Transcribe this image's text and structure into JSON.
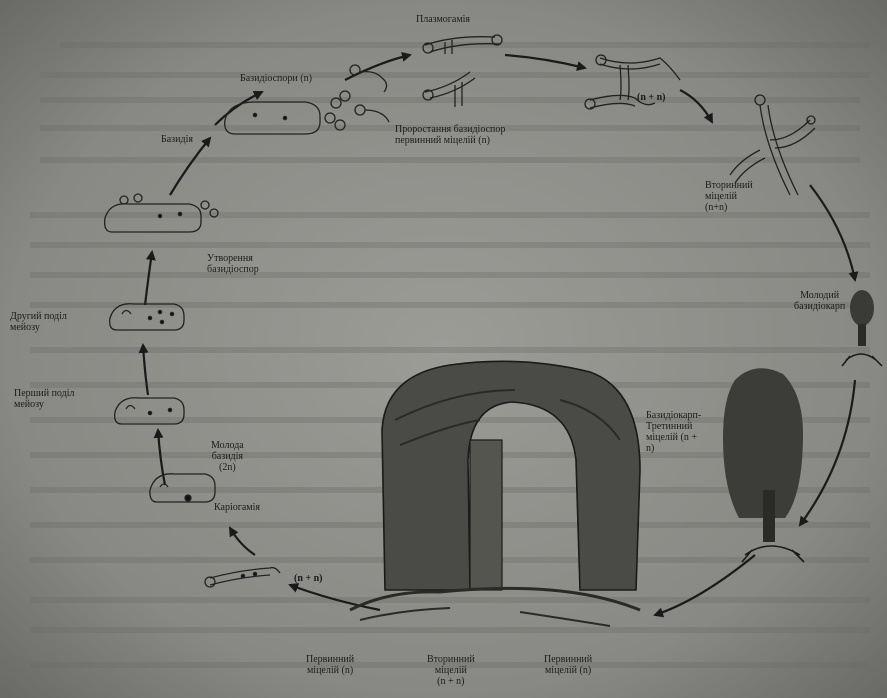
{
  "labels": {
    "plasmogamy": "Плазмогамія",
    "basidiospores": "Базидіоспори (n)",
    "basidium": "Базидія",
    "germination": "Проростання базидіоспор\nпервинний міцелій (n)",
    "nn_top": "(n + n)",
    "secondary_mycelium_right": "Вторинний\nміцелій\n(n+n)",
    "young_basidiocarp": "Молодий\nбазидіокарп",
    "basidiospore_formation": "Утворення\nбазидіоспор",
    "second_meiosis": "Другий поділ\nмейозу",
    "first_meiosis": "Перший поділ\nмейозу",
    "young_basidium": "Молода\nбазидія\n(2n)",
    "karyogamy": "Каріогамія",
    "nn_bottom": "(n + n)",
    "basidiocarp_tertiary": "Базидіокарп-\nТретинний\nміцелій (n +\nn)",
    "primary_mycelium_left": "Первинний\nміцелій (n)",
    "secondary_mycelium_bottom": "Вторинний\nміцелій\n(n + n)",
    "primary_mycelium_right": "Первинний\nміцелій (n)"
  }
}
